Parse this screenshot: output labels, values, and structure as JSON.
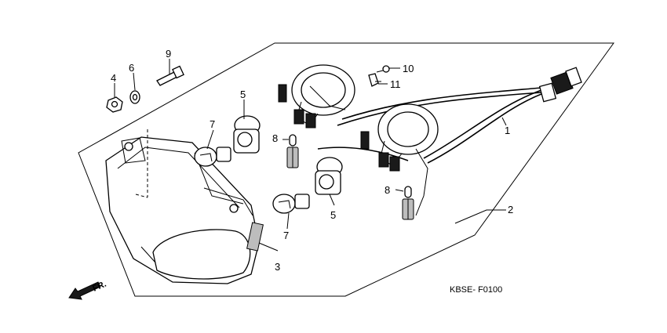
{
  "diagram": {
    "catalog_code": "KBSE- F0100",
    "direction_label": "FR.",
    "callouts": [
      "1",
      "2",
      "3",
      "4",
      "5",
      "5",
      "6",
      "7",
      "7",
      "8",
      "8",
      "9",
      "10",
      "11"
    ]
  }
}
